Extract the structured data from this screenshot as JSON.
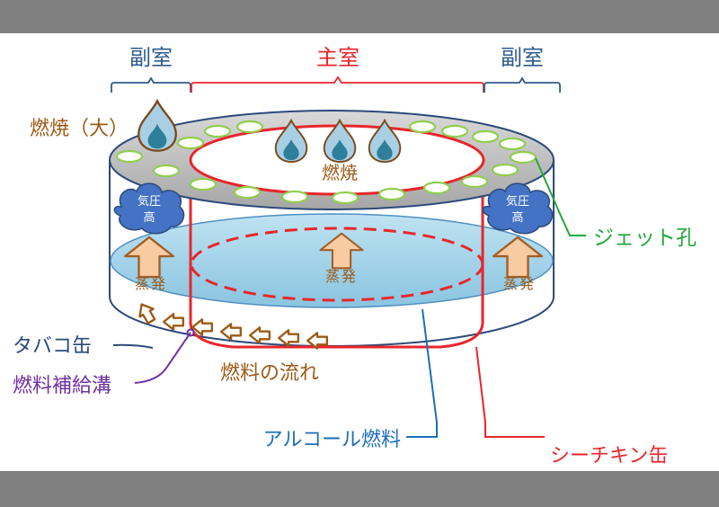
{
  "labels": {
    "sub_chamber_left": "副室",
    "main_chamber": "主室",
    "sub_chamber_right": "副室",
    "combustion_large": "燃焼（大）",
    "combustion": "燃焼",
    "high_pressure_left": [
      "気圧",
      "高"
    ],
    "high_pressure_right": [
      "気圧",
      "高"
    ],
    "jet_holes": "ジェット孔",
    "evaporation_left": [
      "蒸",
      "発"
    ],
    "evaporation_center": [
      "蒸",
      "発"
    ],
    "evaporation_right": [
      "蒸",
      "発"
    ],
    "tobacco_can": "タバコ缶",
    "fuel_supply_groove": "燃料補給溝",
    "fuel_flow": "燃料の流れ",
    "alcohol_fuel": "アルコール燃料",
    "tuna_can": "シーチキン缶"
  },
  "colors": {
    "background": "#808080",
    "panel": "#ffffff",
    "main_red": "#e8262b",
    "sub_blue": "#2e5b8e",
    "jet_green": "#22a83a",
    "label_brown": "#9c5a16",
    "fuel_blue": "#1b6fb8",
    "groove_purple": "#7030a0",
    "can_outline": "#2c4a7a",
    "fuel_fill": "#a9d6ea",
    "cloud": "#4472c4",
    "arrow_fill": "#f8cba3",
    "flame_outer": "#a8cfe3",
    "flame_inner": "#2e7f9a",
    "hole_outline": "#8fce4f",
    "top_ring": "#bfbfbf"
  }
}
